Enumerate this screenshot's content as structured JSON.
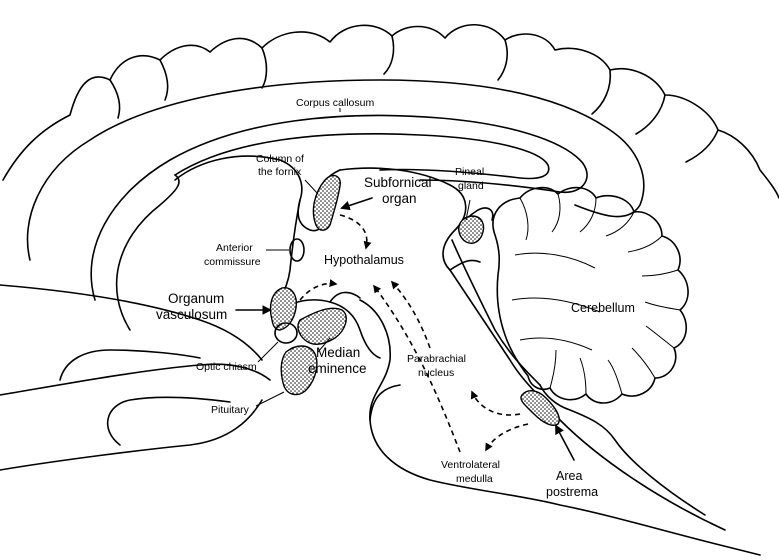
{
  "labels": {
    "corpus_callosum": "Corpus callosum",
    "column_fornix_1": "Column of",
    "column_fornix_2": "the fornix",
    "subfornical_1": "Subfornical",
    "subfornical_2": "organ",
    "pineal_1": "Pineal",
    "pineal_2": "gland",
    "anterior_commissure_1": "Anterior",
    "anterior_commissure_2": "commissure",
    "hypothalamus": "Hypothalamus",
    "organum_1": "Organum",
    "organum_2": "vasculosum",
    "cerebellum": "Cerebellum",
    "optic_chiasm": "Optic chiasm",
    "median_eminence_1": "Median",
    "median_eminence_2": "eminence",
    "parabrachial_1": "Parabrachial",
    "parabrachial_2": "nucleus",
    "pituitary": "Pituitary",
    "ventrolateral_1": "Ventrolateral",
    "ventrolateral_2": "medulla",
    "area_postrema_1": "Area",
    "area_postrema_2": "postrema"
  },
  "colors": {
    "line": "#000000",
    "background": "#ffffff"
  }
}
